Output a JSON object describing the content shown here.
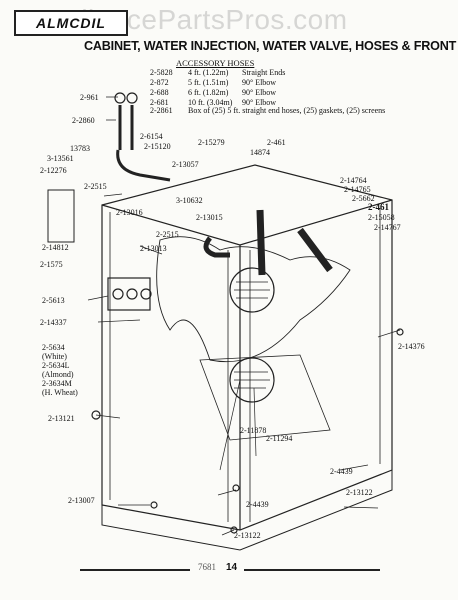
{
  "header": {
    "brand": "ALMCDIL",
    "watermark": "AppliancePartsPros.com",
    "title": "CABINET, WATER INJECTION, WATER VALVE, HOSES & FRONT PANEL"
  },
  "accessory_hoses": {
    "heading": "ACCESSORY HOSES",
    "items": [
      {
        "part": "2-5828",
        "length": "4 ft. (1.22m)",
        "desc": "Straight Ends"
      },
      {
        "part": "2-872",
        "length": "5 ft. (1.51m)",
        "desc": "90° Elbow"
      },
      {
        "part": "2-688",
        "length": "6 ft. (1.82m)",
        "desc": "90° Elbow"
      },
      {
        "part": "2-681",
        "length": "10 ft. (3.04m)",
        "desc": "90° Elbow"
      }
    ],
    "box_part": "2-2861",
    "box_desc": "Box of (25) 5 ft. straight end hoses, (25) gaskets, (25) screens"
  },
  "callouts": {
    "p2961": "2-961",
    "p2860": "2-2860",
    "p13783": "13783",
    "p13561": "3-13561",
    "p12276": "2-12276",
    "p6154": "2-6154",
    "p15120": "2-15120",
    "p13057": "2-13057",
    "p2515a": "2-2515",
    "p10632": "3-10632",
    "p13016": "2-13016",
    "p13015": "2-13015",
    "p2515b": "2-2515",
    "p13013": "2-13013",
    "p15279": "2-15279",
    "p461a": "2-461",
    "p14874": "14874",
    "p14764": "2-14764",
    "p14765": "2-14765",
    "p5662": "2-5662",
    "p461b": "2-461",
    "p15058": "2-15058",
    "p14767": "2-14767",
    "p14812": "2-14812",
    "p1575": "2-1575",
    "p5613": "2-5613",
    "p14337": "2-14337",
    "p14376": "2-14376",
    "p5634": "2-5634",
    "p5634_white": "(White)",
    "p5634L": "2-5634L",
    "p5634L_almond": "(Almond)",
    "p3634M": "2-3634M",
    "p3634M_wheat": "(H. Wheat)",
    "p13121": "2-13121",
    "p11878": "2-11878",
    "p11294": "2-11294",
    "p4439a": "2-4439",
    "p13007": "2-13007",
    "p4439b": "2-4439",
    "p13122a": "2-13122",
    "p13122b": "2-13122"
  },
  "footer": {
    "code": "7681",
    "page": "14"
  }
}
